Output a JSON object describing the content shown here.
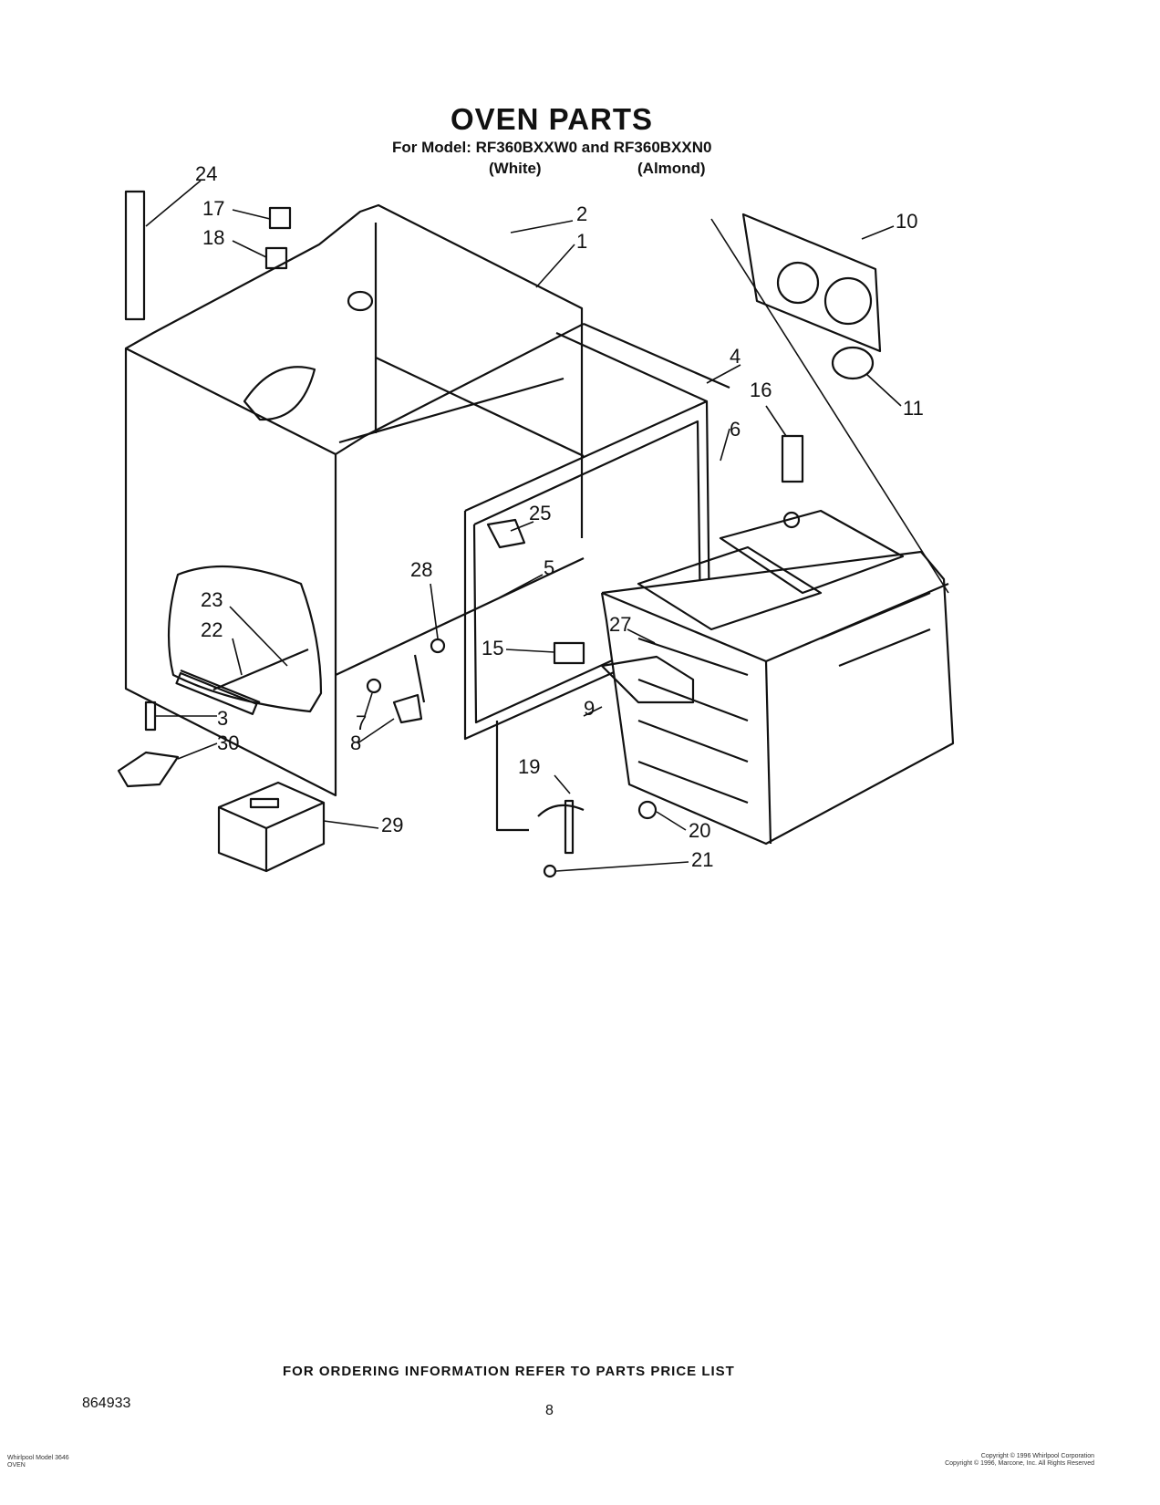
{
  "title": "OVEN PARTS",
  "subtitle": "For Model: RF360BXXW0 and RF360BXXN0",
  "variants": {
    "white": "(White)",
    "almond": "(Almond)"
  },
  "callouts": {
    "c1": "1",
    "c2": "2",
    "c3": "3",
    "c4": "4",
    "c5": "5",
    "c6": "6",
    "c7": "7",
    "c8": "8",
    "c9": "9",
    "c10": "10",
    "c11": "11",
    "c15": "15",
    "c16": "16",
    "c17": "17",
    "c18": "18",
    "c19": "19",
    "c20": "20",
    "c21": "21",
    "c22": "22",
    "c23": "23",
    "c24": "24",
    "c25": "25",
    "c27": "27",
    "c28": "28",
    "c29": "29",
    "c30": "30"
  },
  "footer": {
    "ordering_note": "FOR ORDERING INFORMATION REFER TO PARTS PRICE LIST",
    "doc_number": "864933",
    "page_number": "8"
  },
  "fine_print": {
    "left_line1": "Whirlpool Model 3646",
    "left_line2": "OVEN",
    "right_line1": "Copyright © 1996 Whirlpool Corporation",
    "right_line2": "Copyright © 1996, Marcone, Inc. All Rights Reserved"
  }
}
